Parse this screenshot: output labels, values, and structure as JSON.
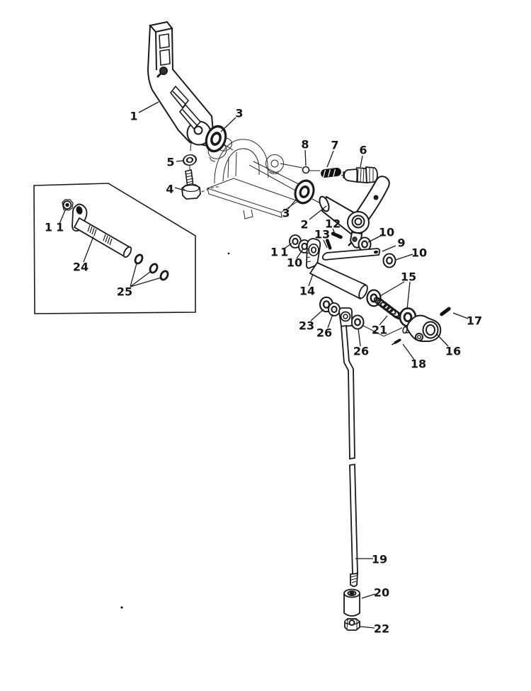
{
  "diagram": {
    "kind": "exploded-parts-diagram",
    "background": "#ffffff",
    "ink": "#1a1a1a"
  },
  "labels": [
    {
      "text": "1"
    },
    {
      "text": "3"
    },
    {
      "text": "5"
    },
    {
      "text": "4"
    },
    {
      "text": "8"
    },
    {
      "text": "7"
    },
    {
      "text": "6"
    },
    {
      "text": "3"
    },
    {
      "text": "2"
    },
    {
      "text": "12"
    },
    {
      "text": "13"
    },
    {
      "text": "10"
    },
    {
      "text": "9"
    },
    {
      "text": "10"
    },
    {
      "text": "11"
    },
    {
      "text": "24"
    },
    {
      "text": "25"
    },
    {
      "text": "11"
    },
    {
      "text": "10"
    },
    {
      "text": "14"
    },
    {
      "text": "15"
    },
    {
      "text": "23"
    },
    {
      "text": "26"
    },
    {
      "text": "21"
    },
    {
      "text": "26"
    },
    {
      "text": "16"
    },
    {
      "text": "17"
    },
    {
      "text": "18"
    },
    {
      "text": "19"
    },
    {
      "text": "20"
    },
    {
      "text": "22"
    }
  ]
}
